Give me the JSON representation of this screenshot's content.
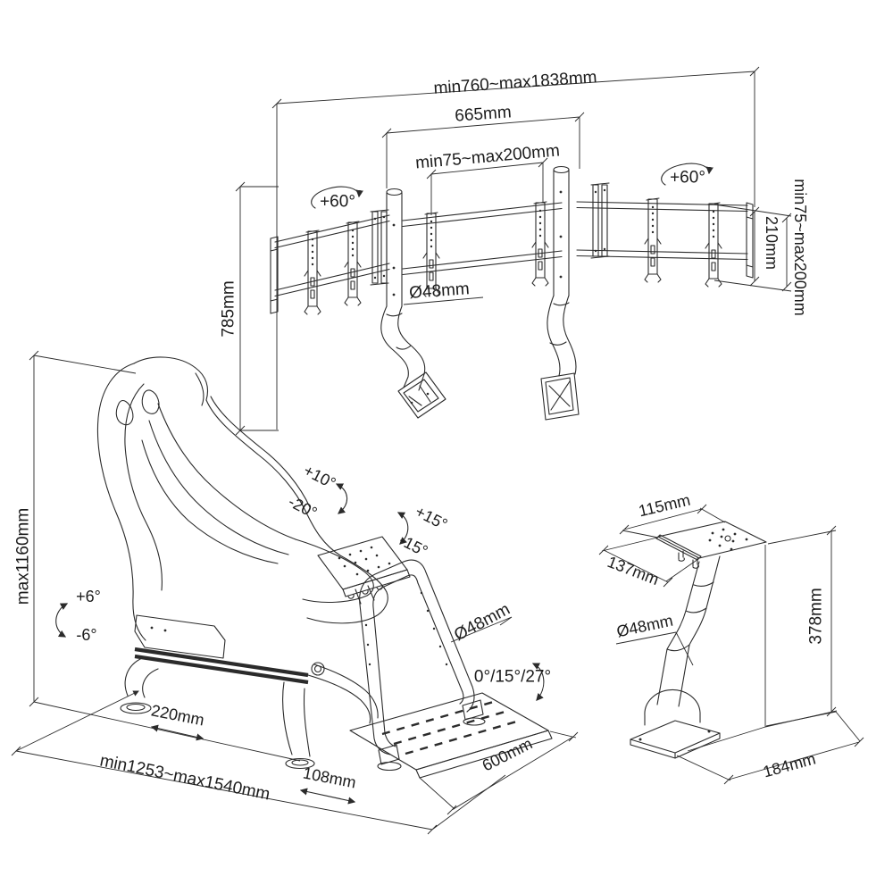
{
  "colors": {
    "background": "#ffffff",
    "line": "#2b2b2b",
    "text": "#1c1c1c"
  },
  "monitor_mount": {
    "total_width": "min760~max1838mm",
    "center_width": "665mm",
    "vesa_range": "min75~max200mm",
    "tilt_left": "+60°",
    "tilt_right": "+60°",
    "vesa_range_right": "min75~max200mm",
    "bracket_height": "210mm",
    "pole_height": "785mm",
    "tube_diameter": "Ø48mm"
  },
  "cockpit": {
    "max_height": "max1160mm",
    "seat_recline_up": "+6°",
    "seat_recline_down": "-6°",
    "wheel_tilt_up": "+10°",
    "wheel_tilt_down": "-20°",
    "wheel_deck_tilt_up": "+15°",
    "wheel_deck_tilt_down": "-15°",
    "tube_diameter": "Ø48mm",
    "pedal_plate_angles": "0°/15°/27°",
    "seat_slide": "220mm",
    "length_range": "min1253~max1540mm",
    "pedal_slide": "108mm",
    "pedal_plate_width": "600mm"
  },
  "pole_detail": {
    "plate_top_depth": "115mm",
    "plate_full_depth": "137mm",
    "tube_diameter": "Ø48mm",
    "column_height": "378mm",
    "base_depth": "184mm"
  }
}
